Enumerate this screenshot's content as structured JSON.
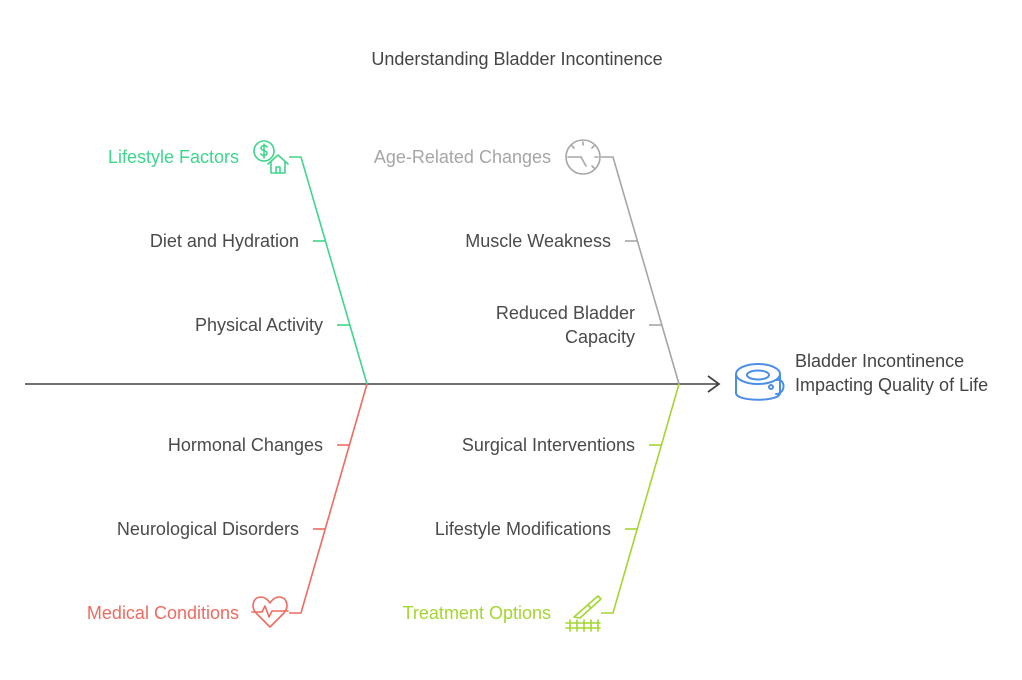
{
  "title": "Understanding Bladder Incontinence",
  "effect": "Bladder Incontinence Impacting Quality of Life",
  "colors": {
    "lifestyle": "#3ed68c",
    "age": "#a6a6a6",
    "medical": "#ee6b60",
    "treatment": "#a3d630",
    "spine": "#444444",
    "effect_icon": "#4a8ee6"
  },
  "categories": [
    {
      "key": "lifestyle",
      "label": "Lifestyle Factors",
      "icon": "money-house-icon",
      "causes": [
        "Diet and Hydration",
        "Physical Activity"
      ]
    },
    {
      "key": "age",
      "label": "Age-Related Changes",
      "icon": "clock-gauge-icon",
      "causes": [
        "Muscle Weakness",
        "Reduced Bladder Capacity"
      ]
    },
    {
      "key": "medical",
      "label": "Medical Conditions",
      "icon": "heartbeat-icon",
      "causes": [
        "Hormonal Changes",
        "Neurological Disorders"
      ]
    },
    {
      "key": "treatment",
      "label": "Treatment Options",
      "icon": "scalpel-icon",
      "causes": [
        "Surgical Interventions",
        "Lifestyle Modifications"
      ]
    }
  ]
}
